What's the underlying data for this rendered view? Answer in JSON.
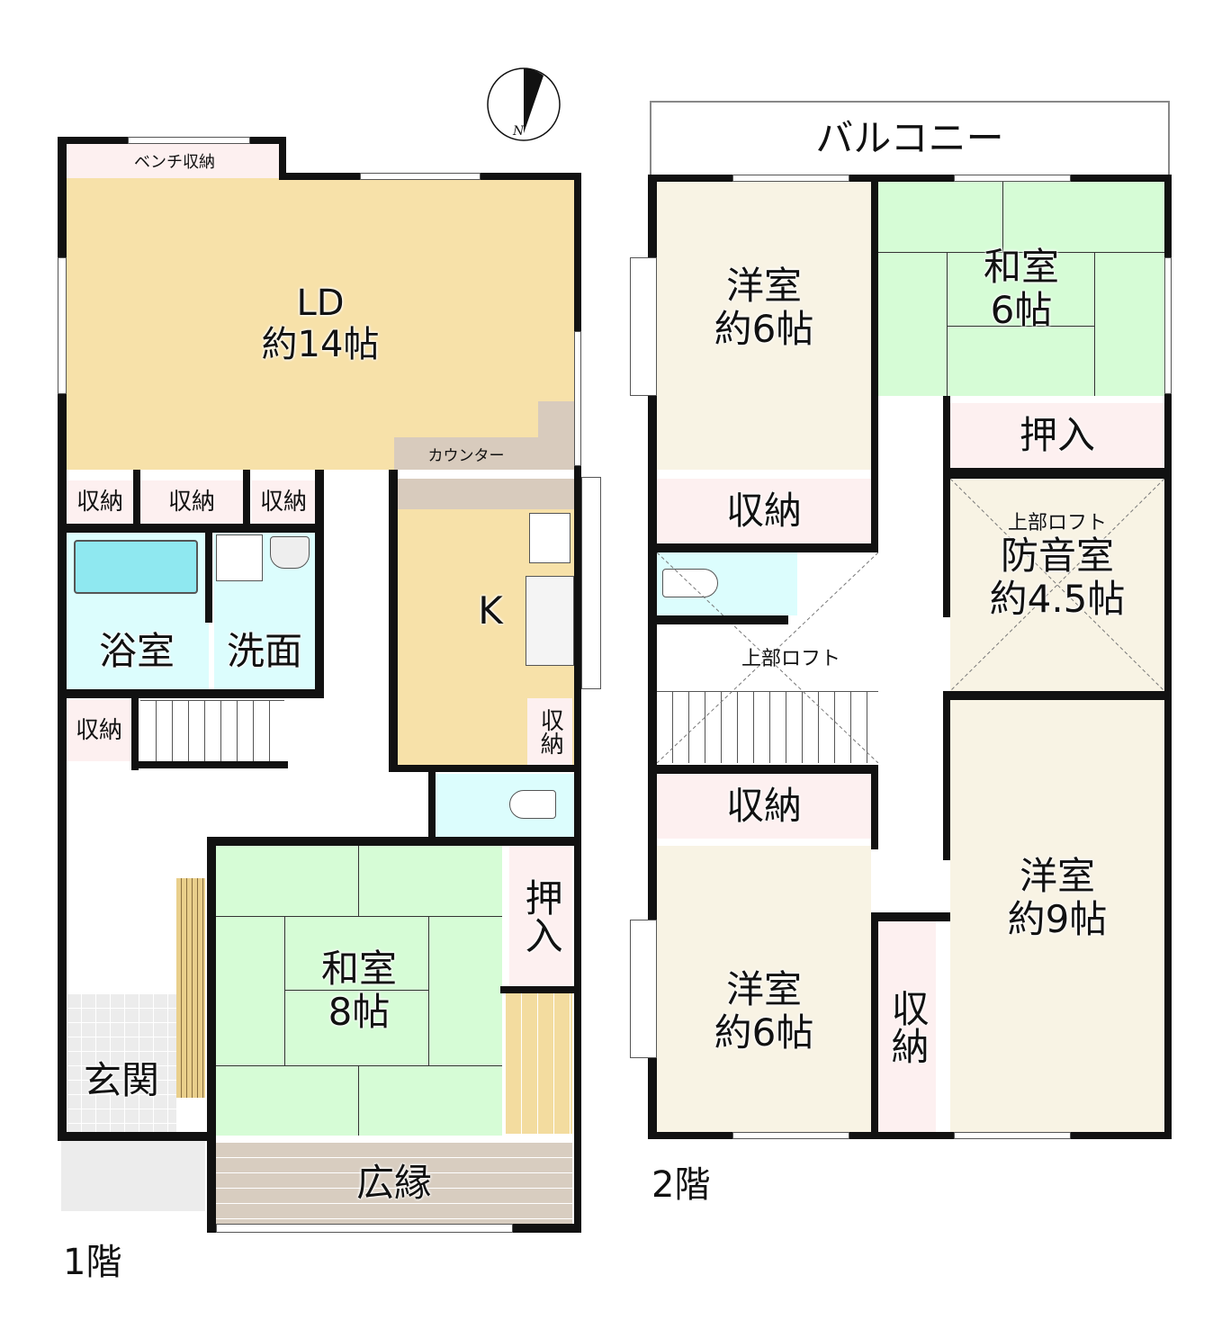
{
  "compass": {
    "label": "N",
    "icon": "north-arrow-icon"
  },
  "floor1": {
    "label": "1階",
    "rooms": {
      "bench_storage": "ベンチ収納",
      "ld_name": "LD",
      "ld_size": "約14帖",
      "counter": "カウンター",
      "storage_a": "収納",
      "storage_b": "収納",
      "storage_c": "収納",
      "kitchen": "K",
      "bath": "浴室",
      "washroom": "洗面",
      "storage_stairs": "収納",
      "storage_kitchen": "収納",
      "washitsu_name": "和室",
      "washitsu_size": "8帖",
      "oshiire": "押入",
      "genkan": "玄関",
      "engawa": "広縁"
    }
  },
  "floor2": {
    "label": "2階",
    "rooms": {
      "balcony": "バルコニー",
      "youshitsu_nw_name": "洋室",
      "youshitsu_nw_size": "約6帖",
      "washitsu_name": "和室",
      "washitsu_size": "6帖",
      "oshiire": "押入",
      "storage_nw": "収納",
      "loft_note_soundproof": "上部ロフト",
      "soundproof_name": "防音室",
      "soundproof_size": "約4.5帖",
      "loft_note_stairs": "上部ロフト",
      "storage_mid": "収納",
      "youshitsu_sw_name": "洋室",
      "youshitsu_sw_size": "約6帖",
      "storage_vertical": "収納",
      "youshitsu_se_name": "洋室",
      "youshitsu_se_size": "約9帖"
    }
  },
  "colors": {
    "ld": "#f7e1a9",
    "storage": "#fdf0f0",
    "wet": "#dcfdfd",
    "tatami": "#d6fcd6",
    "western": "#f8f3e4",
    "counter": "#d8cbbd",
    "wall": "#111111"
  }
}
